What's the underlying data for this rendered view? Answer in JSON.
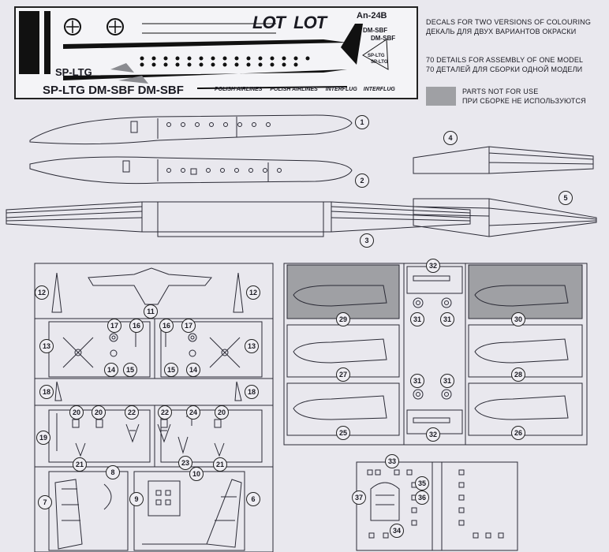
{
  "decal": {
    "aircraft_type": "An-24B",
    "logo_lot_1": "LOT",
    "logo_lot_2": "LOT",
    "reg_large_1": "SP-LTG",
    "reg_large_2": "SP-LTG",
    "reg_large_3": "DM-SBF",
    "reg_large_4": "DM-SBF",
    "reg_small_1": "DM-SBF",
    "reg_small_2": "DM-SBF",
    "reg_small_3": "SP-LTG",
    "reg_small_4": "SP-LTG",
    "airline_1": "POLISH AIRLINES",
    "airline_2": "POLISH AIRLINES",
    "airline_3": "INTERFLUG",
    "airline_4": "INTERFLUG"
  },
  "legend": {
    "decals_en": "DECALS FOR TWO VERSIONS OF COLOURING",
    "decals_ru": "ДЕКАЛЬ ДЛЯ ДВУХ ВАРИАНТОВ ОКРАСКИ",
    "details_en": "70 DETAILS FOR ASSEMBLY OF ONE MODEL",
    "details_ru": "70 ДЕТАЛЕЙ ДЛЯ СБОРКИ ОДНОЙ МОДЕЛИ",
    "not_use_en": "PARTS NOT FOR USE",
    "not_use_ru": "ПРИ СБОРКЕ НЕ ИСПОЛЬЗУЮТСЯ"
  },
  "parts": {
    "p1": "1",
    "p2": "2",
    "p3": "3",
    "p4": "4",
    "p5": "5",
    "p6": "6",
    "p7": "7",
    "p8": "8",
    "p9": "9",
    "p10": "10",
    "p11": "11",
    "p12a": "12",
    "p12b": "12",
    "p13a": "13",
    "p13b": "13",
    "p14a": "14",
    "p14b": "14",
    "p15a": "15",
    "p15b": "15",
    "p16a": "16",
    "p16b": "16",
    "p17a": "17",
    "p17b": "17",
    "p18a": "18",
    "p18b": "18",
    "p19": "19",
    "p20a": "20",
    "p20b": "20",
    "p20c": "20",
    "p21a": "21",
    "p21b": "21",
    "p22a": "22",
    "p22b": "22",
    "p23": "23",
    "p24": "24",
    "p25": "25",
    "p26": "26",
    "p27": "27",
    "p28": "28",
    "p29": "29",
    "p30": "30",
    "p31a": "31",
    "p31b": "31",
    "p31c": "31",
    "p31d": "31",
    "p32a": "32",
    "p32b": "32",
    "p33": "33",
    "p34": "34",
    "p35": "35",
    "p36": "36",
    "p37": "37"
  }
}
